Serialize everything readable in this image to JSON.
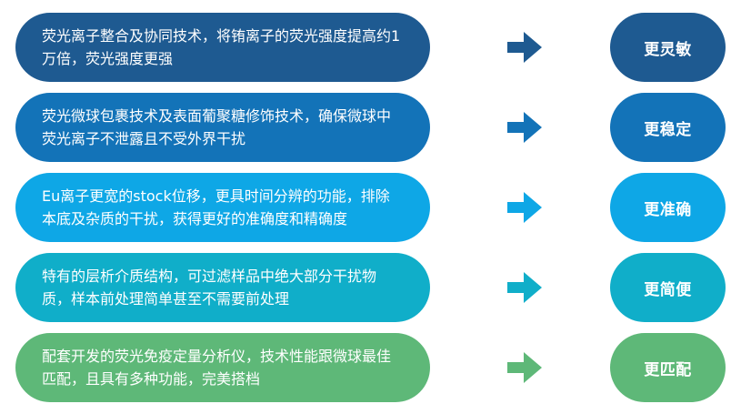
{
  "rows": [
    {
      "text": "荧光离子整合及协同技术，将铕离子的荧光强度提高约1万倍，荧光强度更强",
      "result": "更灵敏",
      "color": "#1e5a91"
    },
    {
      "text": "荧光微球包裹技术及表面葡聚糖修饰技术，确保微球中荧光离子不泄露且不受外界干扰",
      "result": "更稳定",
      "color": "#1373b8"
    },
    {
      "text": "Eu离子更宽的stock位移，更具时间分辨的功能，排除本底及杂质的干扰，获得更好的准确度和精确度",
      "result": "更准确",
      "color": "#0ea7e6"
    },
    {
      "text": "特有的层析介质结构，可过滤样品中绝大部分干扰物质，样本前处理简单甚至不需要前处理",
      "result": "更简便",
      "color": "#10aec9"
    },
    {
      "text": "配套开发的荧光免疫定量分析仪，技术性能跟微球最佳匹配，且具有多种功能，完美搭档",
      "result": "更匹配",
      "color": "#5eb878"
    }
  ]
}
